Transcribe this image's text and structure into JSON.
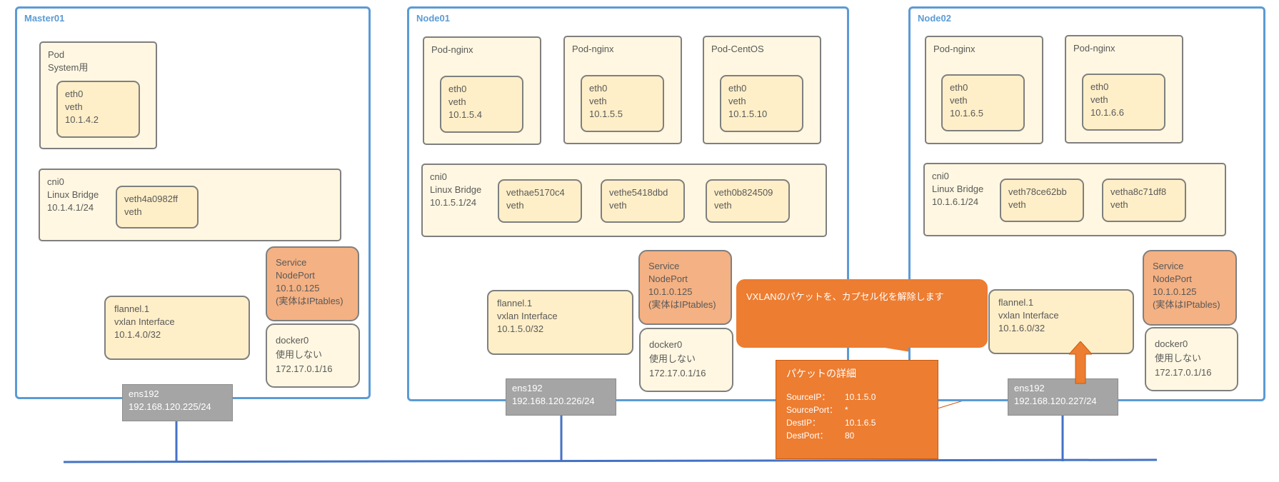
{
  "colors": {
    "node_border": "#5B9BD5",
    "service": "#F4B183",
    "pod_bg": "#FFF7E1",
    "veth_bg": "#FFEFC8",
    "nic": "#A5A5A5",
    "callout": "#ED7D31",
    "wire": "#4472C4"
  },
  "master": {
    "title": "Master01",
    "pod": {
      "name": "Pod",
      "desc": "System用",
      "eth": [
        "eth0",
        "veth",
        "10.1.4.2"
      ]
    },
    "cni": {
      "name": "cni0",
      "type": "Linux Bridge",
      "ip": "10.1.4.1/24",
      "veth": [
        "veth4a0982ff",
        "veth"
      ]
    },
    "service": [
      "Service",
      "NodePort",
      "10.1.0.125",
      "(実体はIPtables)"
    ],
    "flannel": [
      "flannel.1",
      "vxlan Interface",
      "10.1.4.0/32"
    ],
    "docker": [
      "docker0",
      "使用しない",
      "172.17.0.1/16"
    ],
    "ens": [
      "ens192",
      "192.168.120.225/24"
    ]
  },
  "node01": {
    "title": "Node01",
    "pods": [
      {
        "name": "Pod-nginx",
        "eth": [
          "eth0",
          "veth",
          "10.1.5.4"
        ]
      },
      {
        "name": "Pod-nginx",
        "eth": [
          "eth0",
          "veth",
          "10.1.5.5"
        ]
      },
      {
        "name": "Pod-CentOS",
        "eth": [
          "eth0",
          "veth",
          "10.1.5.10"
        ]
      }
    ],
    "cni": {
      "name": "cni0",
      "type": "Linux Bridge",
      "ip": "10.1.5.1/24",
      "veths": [
        [
          "vethae5170c4",
          "veth"
        ],
        [
          "vethe5418dbd",
          "veth"
        ],
        [
          "veth0b824509",
          "veth"
        ]
      ]
    },
    "service": [
      "Service",
      "NodePort",
      "10.1.0.125",
      "(実体はIPtables)"
    ],
    "flannel": [
      "flannel.1",
      "vxlan Interface",
      "10.1.5.0/32"
    ],
    "docker": [
      "docker0",
      "使用しない",
      "172.17.0.1/16"
    ],
    "ens": [
      "ens192",
      "192.168.120.226/24"
    ]
  },
  "node02": {
    "title": "Node02",
    "pods": [
      {
        "name": "Pod-nginx",
        "eth": [
          "eth0",
          "veth",
          "10.1.6.5"
        ]
      },
      {
        "name": "Pod-nginx",
        "eth": [
          "eth0",
          "veth",
          "10.1.6.6"
        ]
      }
    ],
    "cni": {
      "name": "cni0",
      "type": "Linux Bridge",
      "ip": "10.1.6.1/24",
      "veths": [
        [
          "veth78ce62bb",
          "veth"
        ],
        [
          "vetha8c71df8",
          "veth"
        ]
      ]
    },
    "service": [
      "Service",
      "NodePort",
      "10.1.0.125",
      "(実体はIPtables)"
    ],
    "flannel": [
      "flannel.1",
      "vxlan Interface",
      "10.1.6.0/32"
    ],
    "docker": [
      "docker0",
      "使用しない",
      "172.17.0.1/16"
    ],
    "ens": [
      "ens192",
      "192.168.120.227/24"
    ]
  },
  "callout": {
    "text": "VXLANのパケットを、カプセル化を解除します"
  },
  "packet": {
    "title": "パケットの詳細",
    "rows": [
      {
        "key": "SourceIP：",
        "value": "10.1.5.0"
      },
      {
        "key": "SourcePort：",
        "value": "*"
      },
      {
        "key": "DestIP：",
        "value": "10.1.6.5"
      },
      {
        "key": "DestPort：",
        "value": "80"
      }
    ]
  }
}
